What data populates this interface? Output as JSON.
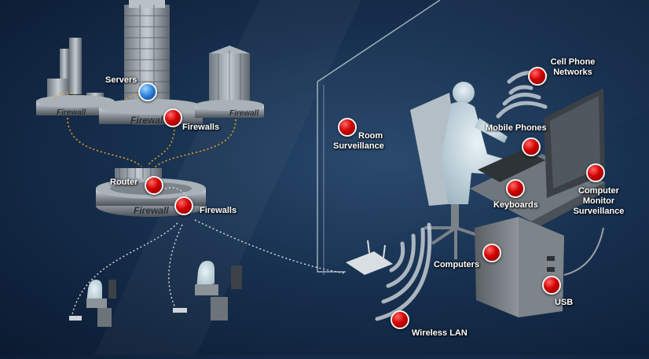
{
  "labels": {
    "servers": "Servers",
    "firewalls_top": "Firewalls",
    "router": "Router",
    "firewalls_mid": "Firewalls",
    "room_surveillance_1": "Room",
    "room_surveillance_2": "Surveillance",
    "cell_phone_1": "Cell Phone",
    "cell_phone_2": "Networks",
    "mobile_phones": "Mobile Phones",
    "keyboards": "Keyboards",
    "computer_monitor_1": "Computer",
    "computer_monitor_2": "Monitor",
    "computer_monitor_3": "Surveillance",
    "computers": "Computers",
    "usb": "USB",
    "wireless_lan": "Wireless LAN"
  },
  "ring_text": {
    "left": "Firewall",
    "center": "Firewall",
    "right": "Firewall",
    "router_ring": "Firewall"
  },
  "colors": {
    "hotspot_red": "#d10000",
    "hotspot_blue": "#2a7fd8",
    "link_orange": "#e6a020",
    "link_white": "#e0e0e0",
    "background": "#17304f"
  }
}
